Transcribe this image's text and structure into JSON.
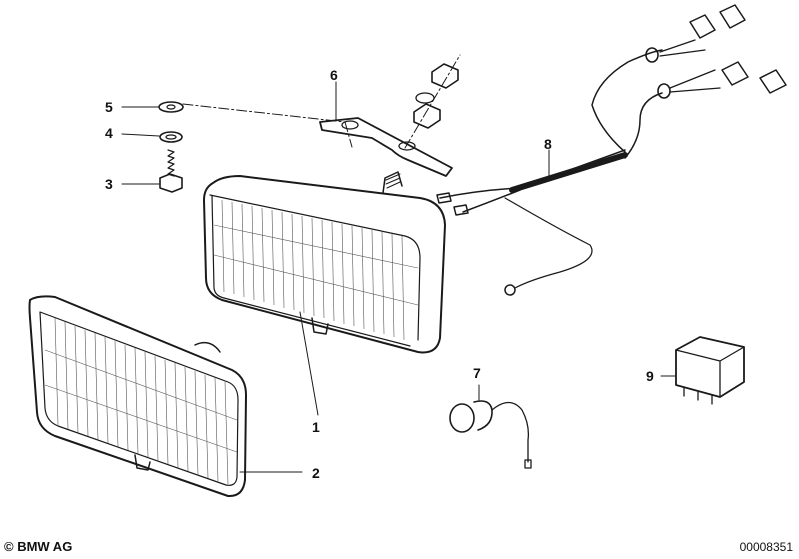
{
  "diagram": {
    "callouts": [
      {
        "id": "1",
        "label": "1"
      },
      {
        "id": "2",
        "label": "2"
      },
      {
        "id": "3",
        "label": "3"
      },
      {
        "id": "4",
        "label": "4"
      },
      {
        "id": "5",
        "label": "5"
      },
      {
        "id": "6",
        "label": "6"
      },
      {
        "id": "7",
        "label": "7"
      },
      {
        "id": "8",
        "label": "8"
      },
      {
        "id": "9",
        "label": "9"
      }
    ]
  },
  "footer": {
    "copyright": "© BMW AG",
    "document_number": "00008351"
  }
}
